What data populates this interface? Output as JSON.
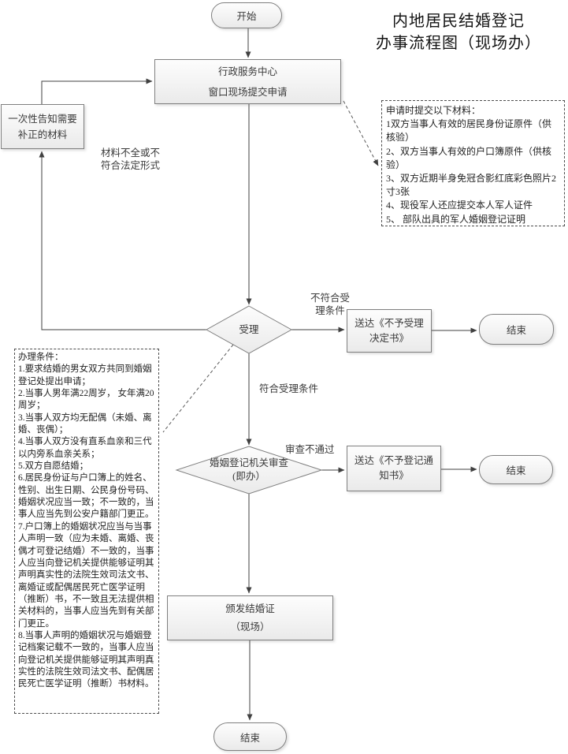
{
  "title": {
    "line1": "内地居民结婚登记",
    "line2": "办事流程图（现场办）"
  },
  "nodes": {
    "start": "开始",
    "admin_center": {
      "line1": "行政服务中心",
      "line2": "窗口现场提交申请"
    },
    "notify_correction": {
      "line1": "一次性告知需要",
      "line2": "补正的材料"
    },
    "accept": "受理",
    "review": {
      "line1": "婚姻登记机关审查",
      "line2": "(即办）"
    },
    "deliver_not_accept": {
      "line1": "送达《不予受理",
      "line2": "决定书》"
    },
    "deliver_not_register": {
      "line1": "送达《不予登记通",
      "line2": "知书》"
    },
    "issue_certificate": {
      "line1": "颁发结婚证",
      "line2": "（现场）"
    },
    "end1": "结束",
    "end2": "结束",
    "end3": "结束"
  },
  "edge_labels": {
    "incomplete": {
      "line1": "材料不全或不",
      "line2": "符合法定形式"
    },
    "not_meet": {
      "line1": "不符合受",
      "line2": "理条件"
    },
    "meet": "符合受理条件",
    "review_fail": "审查不通过"
  },
  "materials_note": {
    "title": "申请时提交以下材料：",
    "items": [
      "1双方当事人有效的居民身份证原件（供核验）",
      "2、双方当事人有效的户口簿原件（供核验）",
      "3、双方近期半身免冠合影红底彩色照片2寸3张",
      "4、现役军人还应提交本人军人证件",
      "5、 部队出具的军人婚姻登记证明"
    ]
  },
  "conditions_note": {
    "title": "办理条件：",
    "items": [
      "1.要求结婚的男女双方共同到婚姻登记处提出申请；",
      "2.当事人男年满22周岁， 女年满20周岁；",
      "3.当事人双方均无配偶（未婚、离婚、丧偶）；",
      "4.当事人双方没有直系血亲和三代以内旁系血亲关系；",
      "5.双方自愿结婚；",
      "6.居民身份证与户口簿上的姓名、性别、出生日期、公民身份号码、婚姻状况应当一致；不一致的，当事人应当先到公安户籍部门更正。",
      "7.户口簿上的婚姻状况应当与当事人声明一致（应为未婚、离婚、丧偶才可登记结婚）不一致的，当事人应当向登记机关提供能够证明其声明真实性的法院生效司法文书、离婚证或配偶居民死亡医学证明（推断）书，不一致且无法提供相关材料的，当事人应当先到有关部门更正。",
      "8.当事人声明的婚姻状况与婚姻登记档案记载不一致的，当事人应当向登记机关提供能够证明其声明真实性的法院生效司法文书、配偶居民死亡医学证明（推断）书材料。"
    ]
  },
  "colors": {
    "line": "#404040",
    "node_border": "#7f7f7f",
    "node_fill_top": "#fdfdfd",
    "node_fill_bottom": "#eaeaea",
    "text": "#3a3a3a",
    "note_border": "#4d4d4d"
  }
}
